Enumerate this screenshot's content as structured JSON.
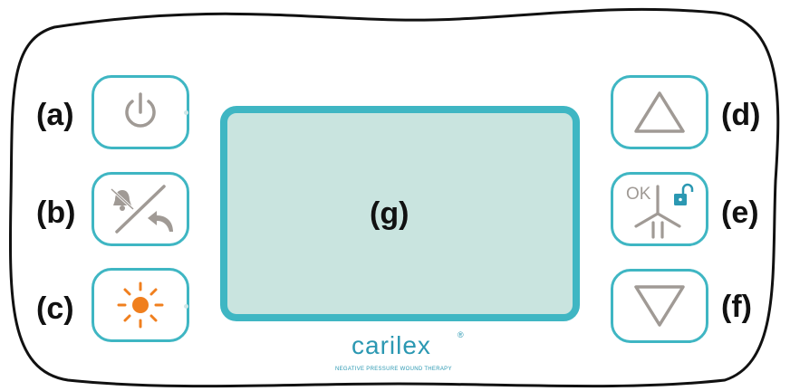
{
  "device": {
    "brand": "carilex",
    "brand_mark": "®",
    "tagline": "NEGATIVE PRESSURE WOUND THERAPY"
  },
  "colors": {
    "accent": "#3fb6c3",
    "screen": "#c9e4df",
    "icon_gray": "#a09a95",
    "brightness_orange": "#f07f1e",
    "brand": "#2b98b2"
  },
  "screen": {
    "label": "(g)"
  },
  "buttons": {
    "power": {
      "label": "(a)",
      "icon": "power-icon"
    },
    "mute_back": {
      "label": "(b)",
      "icon": "mute-back-icon"
    },
    "brightness": {
      "label": "(c)",
      "icon": "brightness-icon"
    },
    "up": {
      "label": "(d)",
      "icon": "triangle-up-icon"
    },
    "ok_lock_pause": {
      "label": "(e)",
      "icon": "ok-lock-pause-icon",
      "ok_text": "OK"
    },
    "down": {
      "label": "(f)",
      "icon": "triangle-down-icon"
    }
  }
}
